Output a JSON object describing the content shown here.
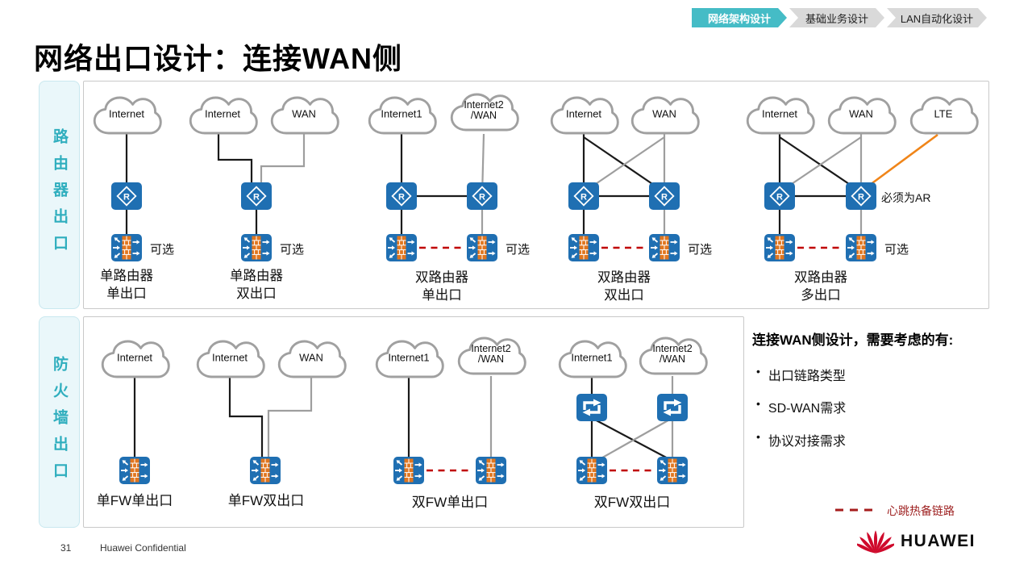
{
  "tabs": [
    {
      "label": "网络架构设计",
      "active": true
    },
    {
      "label": "基础业务设计",
      "active": false
    },
    {
      "label": "LAN自动化设计",
      "active": false
    }
  ],
  "title": "网络出口设计：连接WAN侧",
  "labels": {
    "optional": "可选",
    "must_be_ar": "必须为AR"
  },
  "icons": {
    "router_letter": "R"
  },
  "sections": {
    "router": {
      "label": "路由器出口",
      "diagrams": [
        {
          "caption1": "单路由器",
          "caption2": "单出口",
          "clouds": [
            {
              "label": "Internet"
            }
          ]
        },
        {
          "caption1": "单路由器",
          "caption2": "双出口",
          "clouds": [
            {
              "label": "Internet"
            },
            {
              "label": "WAN"
            }
          ]
        },
        {
          "caption1": "双路由器",
          "caption2": "单出口",
          "clouds": [
            {
              "label": "Internet1"
            },
            {
              "label": "Internet2",
              "label2": "/WAN"
            }
          ]
        },
        {
          "caption1": "双路由器",
          "caption2": "双出口",
          "clouds": [
            {
              "label": "Internet"
            },
            {
              "label": "WAN"
            }
          ]
        },
        {
          "caption1": "双路由器",
          "caption2": "多出口",
          "clouds": [
            {
              "label": "Internet"
            },
            {
              "label": "WAN"
            },
            {
              "label": "LTE"
            }
          ]
        }
      ]
    },
    "firewall": {
      "label": "防火墙出口",
      "diagrams": [
        {
          "caption1": "单FW单出口",
          "clouds": [
            {
              "label": "Internet"
            }
          ]
        },
        {
          "caption1": "单FW双出口",
          "clouds": [
            {
              "label": "Internet"
            },
            {
              "label": "WAN"
            }
          ]
        },
        {
          "caption1": "双FW单出口",
          "clouds": [
            {
              "label": "Internet1"
            },
            {
              "label": "Internet2",
              "label2": "/WAN"
            }
          ]
        },
        {
          "caption1": "双FW双出口",
          "clouds": [
            {
              "label": "Internet1"
            },
            {
              "label": "Internet2",
              "label2": "/WAN"
            }
          ]
        }
      ]
    }
  },
  "notes": {
    "heading": "连接WAN侧设计，需要考虑的有:",
    "bullets": [
      "出口链路类型",
      "SD-WAN需求",
      "协议对接需求"
    ]
  },
  "legend": {
    "label": "心跳热备链路"
  },
  "footer": {
    "page": "31",
    "note": "Huawei Confidential",
    "brand": "HUAWEI"
  },
  "colors": {
    "accent_teal": "#45BCC6",
    "device_blue": "#1F6FB2",
    "brick_orange": "#E0761F",
    "line_gray": "#9E9E9E",
    "heartbeat_red": "#C00000",
    "lte_orange": "#F08519",
    "huawei_red": "#CF0A2C"
  }
}
